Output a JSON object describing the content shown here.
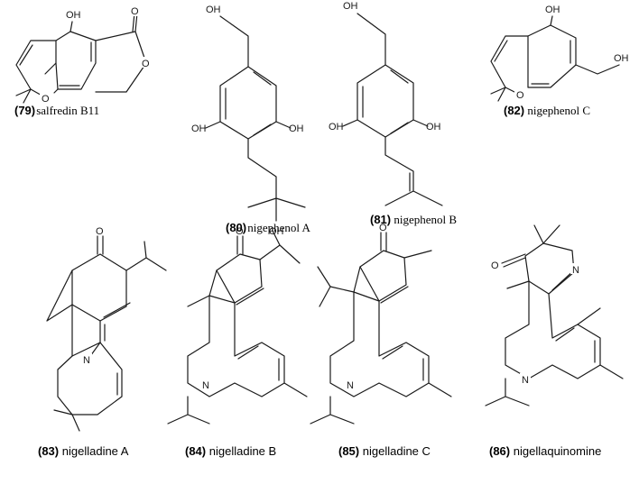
{
  "compounds": [
    {
      "id": "79",
      "number": "(79)",
      "sep": " ",
      "name": "salfredin B11",
      "font": "serif"
    },
    {
      "id": "80",
      "number": "(80)",
      "sep": " ",
      "name": "nigephenol A",
      "font": "serif"
    },
    {
      "id": "81",
      "number": "(81)",
      "sep": " ",
      "name": "nigephenol B",
      "font": "serif"
    },
    {
      "id": "82",
      "number": "(82)",
      "sep": " ",
      "name": "nigephenol C",
      "font": "serif"
    },
    {
      "id": "83",
      "number": "(83)",
      "sep": " ",
      "name": "nigelladine A",
      "font": "sans"
    },
    {
      "id": "84",
      "number": "(84)",
      "sep": " ",
      "name": "nigelladine B",
      "font": "sans"
    },
    {
      "id": "85",
      "number": "(85)",
      "sep": " ",
      "name": "nigelladine C",
      "font": "sans"
    },
    {
      "id": "86",
      "number": "(86)",
      "sep": " ",
      "name": "nigellaquinomine",
      "font": "sans"
    }
  ],
  "atoms": {
    "hydroxyl": "OH",
    "oxygen": "O",
    "nitrogen": "N"
  }
}
